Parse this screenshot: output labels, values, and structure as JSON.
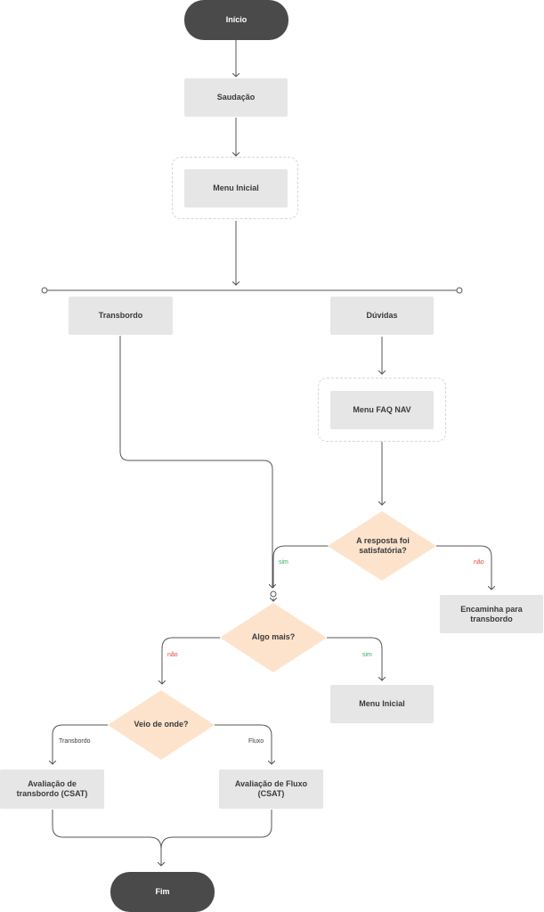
{
  "nodes": {
    "inicio": "Início",
    "saudacao": "Saudação",
    "menu_inicial": "Menu Inicial",
    "transbordo": "Transbordo",
    "duvidas": "Dúvidas",
    "menu_faq_nav": "Menu FAQ NAV",
    "resposta_satisfatoria": "A resposta foi satisfatória?",
    "encaminha_transbordo": "Encaminha para transbordo",
    "algo_mais": "Algo mais?",
    "menu_inicial_2": "Menu Inicial",
    "veio_de_onde": "Veio de onde?",
    "avaliacao_transbordo": "Avaliação de transbordo (CSAT)",
    "avaliacao_fluxo": "Avaliação de Fluxo (CSAT)",
    "fim": "Fim"
  },
  "edge_labels": {
    "resposta_sim": "sim",
    "resposta_nao": "não",
    "algo_nao": "não",
    "algo_sim": "sim",
    "origem_transbordo": "Transbordo",
    "origem_fluxo": "Fluxo"
  },
  "colors": {
    "box": "#e6e6e6",
    "terminal": "#4a4a4a",
    "decision": "#fde3cc",
    "line": "#555555",
    "yes": "#2fae5e",
    "no": "#e0483c"
  }
}
